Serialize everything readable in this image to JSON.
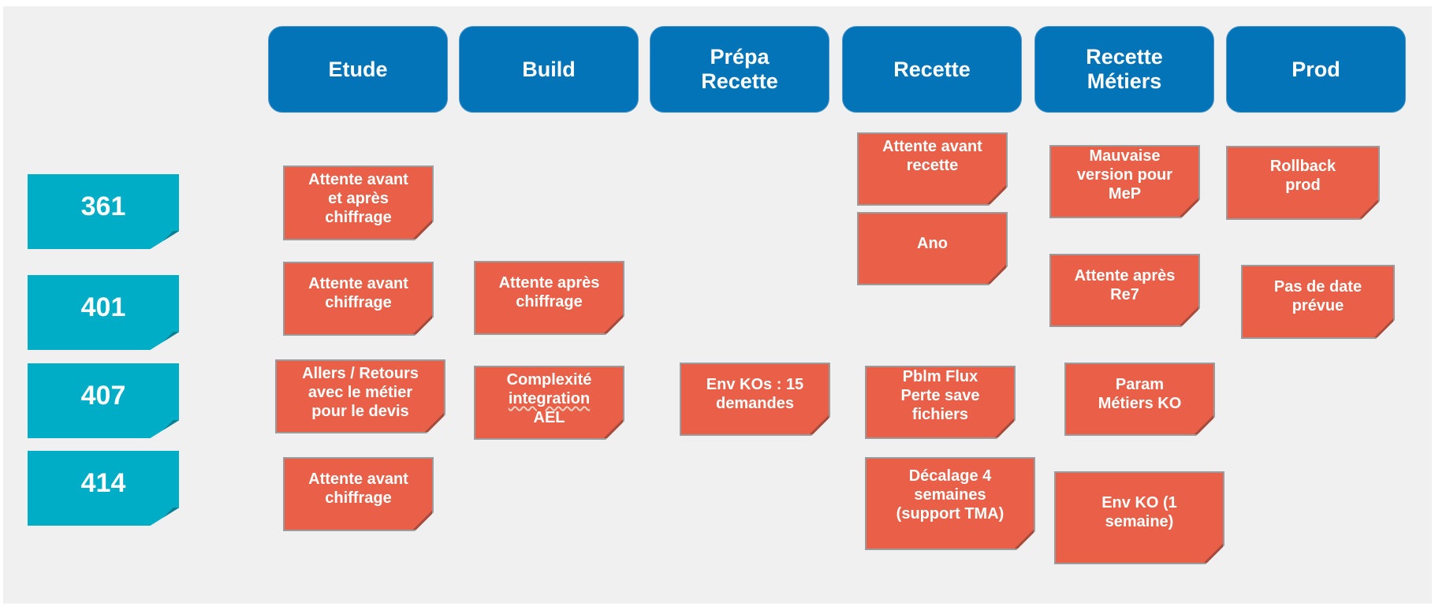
{
  "colors": {
    "header": "#0474b9",
    "row_label": "#00adc6",
    "note": "#e95f47",
    "background": "#f0f0f0"
  },
  "phases": [
    "Etude",
    "Build",
    "Prépa\nRecette",
    "Recette",
    "Recette\nMétiers",
    "Prod"
  ],
  "rows": [
    "361",
    "401",
    "407",
    "414"
  ],
  "notes": {
    "etude_361": "Attente avant\net après\nchiffrage",
    "etude_401": "Attente avant\nchiffrage",
    "etude_407": "Allers / Retours\navec le métier\npour le devis",
    "etude_414": "Attente avant\nchiffrage",
    "build_401": "Attente après\nchiffrage",
    "build_407_l1": "Complexité",
    "build_407_l2": "integration",
    "build_407_l3": "AEL",
    "prepa_407": "Env  KOs : 15\ndemandes",
    "recette_361a": "Attente avant\nrecette",
    "recette_361b": "Ano",
    "recette_407": "Pblm Flux\nPerte save\nfichiers",
    "recette_414": "Décalage 4\nsemaines\n(support TMA)",
    "metiers_361": "Mauvaise\nversion pour\nMeP",
    "metiers_401": "Attente après\nRe7",
    "metiers_407": "Param\nMétiers KO",
    "metiers_414": "Env KO (1\nsemaine)",
    "prod_361": "Rollback\nprod",
    "prod_401": "Pas de date\nprévue"
  }
}
